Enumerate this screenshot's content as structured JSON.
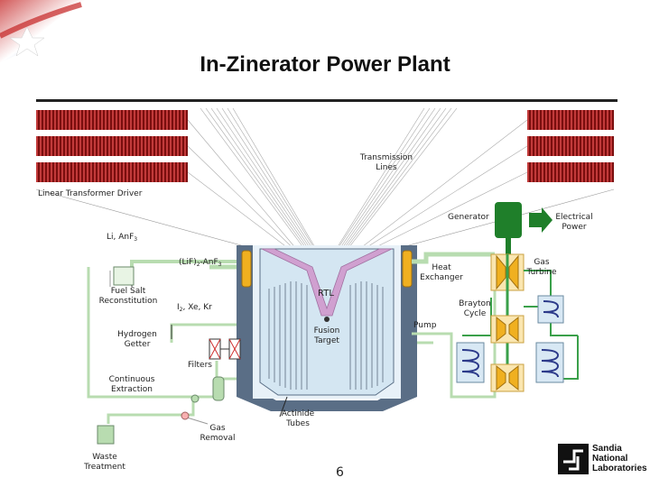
{
  "title": "In-Zinerator Power Plant",
  "page_number": "6",
  "labels": {
    "transmission_lines_1": "Transmission",
    "transmission_lines_2": "Lines",
    "linear_transformer_driver": "Linear Transformer Driver",
    "generator": "Generator",
    "electrical_power_1": "Electrical",
    "electrical_power_2": "Power",
    "li_anf3": "Li, AnF",
    "li_anf3_sub": "3",
    "lif2_anf3_a": "(LiF)",
    "lif2_anf3_sub1": "2",
    "lif2_anf3_b": "-AnF",
    "lif2_anf3_sub2": "3",
    "heat_exchanger_1": "Heat",
    "heat_exchanger_2": "Exchanger",
    "gas_turbine_1": "Gas",
    "gas_turbine_2": "Turbine",
    "fuel_salt_1": "Fuel Salt",
    "fuel_salt_2": "Reconstitution",
    "rtl": "RTL",
    "brayton_1": "Brayton",
    "brayton_2": "Cycle",
    "i2_a": "I",
    "i2_sub": "2",
    "i2_b": ", Xe, Kr",
    "pump": "Pump",
    "fusion_target_1": "Fusion",
    "fusion_target_2": "Target",
    "hydrogen_getter_1": "Hydrogen",
    "hydrogen_getter_2": "Getter",
    "filters": "Filters",
    "continuous_extraction_1": "Continuous",
    "continuous_extraction_2": "Extraction",
    "actinide_tubes_1": "Actinide",
    "actinide_tubes_2": "Tubes",
    "gas_removal_1": "Gas",
    "gas_removal_2": "Removal",
    "waste_treatment_1": "Waste",
    "waste_treatment_2": "Treatment",
    "sandia_1": "Sandia",
    "sandia_2": "National",
    "sandia_3": "Laboratories"
  },
  "colors": {
    "driver_red": "#8b1010",
    "tank_blue": "#5a6e86",
    "fluid_green": "#b8dcb0",
    "pipe_green": "#3aa04a",
    "turbine_yellow": "#f0b020",
    "generator_green": "#1f7f2a"
  }
}
